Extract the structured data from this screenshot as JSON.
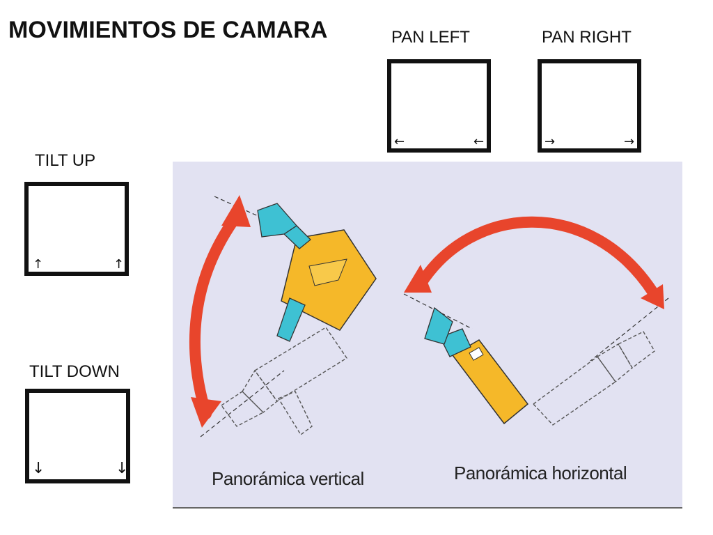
{
  "title": "MOVIMIENTOS DE CAMARA",
  "pan_left": {
    "label": "PAN LEFT",
    "arrow_left": "←",
    "arrow_right": "←"
  },
  "pan_right": {
    "label": "PAN RIGHT",
    "arrow_left": "→",
    "arrow_right": "→"
  },
  "tilt_up": {
    "label": "TILT UP",
    "arrow_left": "↑",
    "arrow_right": "↑"
  },
  "tilt_down": {
    "label": "TILT DOWN",
    "arrow_left": "↓",
    "arrow_right": "↓"
  },
  "illustration": {
    "caption_vertical": "Panorámica vertical",
    "caption_horizontal": "Panorámica horizontal"
  },
  "colors": {
    "panel_bg": "#e2e2f2",
    "motion_arc": "#e8452c",
    "camera_body": "#f5b829",
    "camera_lens": "#3ec1d3"
  }
}
